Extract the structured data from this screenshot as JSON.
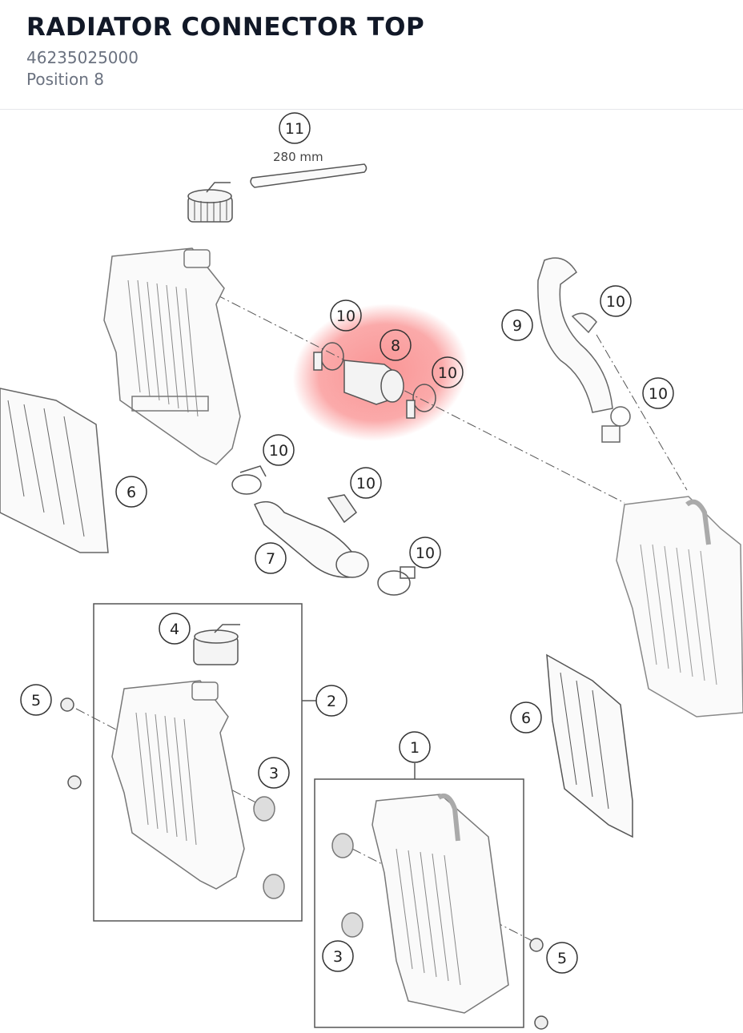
{
  "header": {
    "title": "RADIATOR CONNECTOR TOP",
    "part_number": "46235025000",
    "position": "Position 8"
  },
  "diagram": {
    "dimension_label": "280 mm",
    "highlight_color": "#f87171",
    "callouts": {
      "c11": "11",
      "c10a": "10",
      "c8": "8",
      "c10b": "10",
      "c9": "9",
      "c10c": "10",
      "c10d": "10",
      "c6a": "6",
      "c10e": "10",
      "c10f": "10",
      "c7": "7",
      "c10g": "10",
      "c4": "4",
      "c5a": "5",
      "c2": "2",
      "c3a": "3",
      "c1": "1",
      "c6b": "6",
      "c3b": "3",
      "c5b": "5"
    }
  }
}
